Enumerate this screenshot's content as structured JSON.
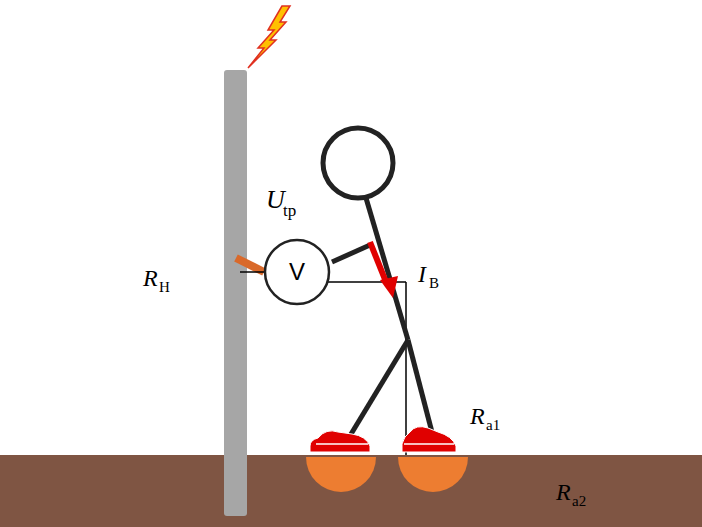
{
  "diagram": {
    "nodes": [
      {
        "text": [
          "V"
        ]
      }
    ],
    "labels": [
      "R",
      "H",
      "U",
      "tp",
      "I",
      "B",
      "R",
      "a1",
      "R",
      "a2"
    ]
  }
}
